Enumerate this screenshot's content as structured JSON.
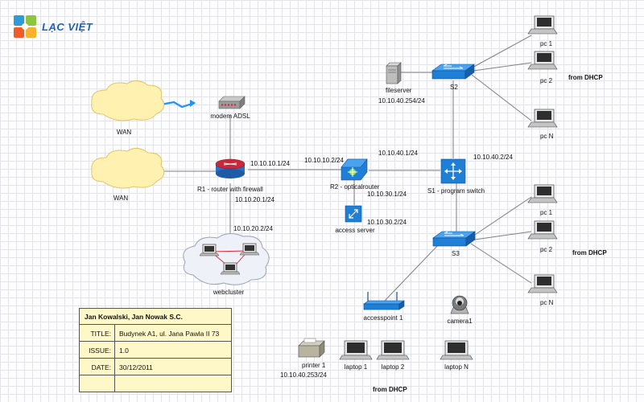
{
  "logo": {
    "text": "LẠC VIỆT"
  },
  "labels": {
    "wan_top": "WAN",
    "wan_bottom": "WAN",
    "modem": "modem ADSL",
    "r1": "R1 - router with firewall",
    "r1_ip_a": "10.10.10.1/24",
    "r1_ip_b": "10.10.20.1/24",
    "wc_ip": "10.10.20.2/24",
    "webcluster": "webcluster",
    "r2": "R2 - opticalrouter",
    "r2_ip_a": "10.10.10.2/24",
    "r2_ip_b": "10.10.30.1/24",
    "r2_ip_c": "10.10.40.1/24",
    "access_server": "access server",
    "as_ip": "10.10.30.2/24",
    "fileserver": "fileserver",
    "fs_ip": "10.10.40.254/24",
    "s1": "S1 - program switch",
    "s1_ip": "10.10.40.2/24",
    "s2": "S2",
    "s3": "S3",
    "pc1_top": "pc 1",
    "pc2_top": "pc 2",
    "pcN_top": "pc N",
    "dhcp_top": "from DHCP",
    "pc1_mid": "pc 1",
    "pc2_mid": "pc 2",
    "pcN_mid": "pc N",
    "dhcp_mid": "from DHCP",
    "accesspoint": "accesspoint 1",
    "camera": "camera1",
    "printer": "printer 1",
    "printer_ip": "10.10.40.253/24",
    "laptop1": "laptop 1",
    "laptop2": "laptop 2",
    "laptopN": "laptop N",
    "dhcp_bottom": "from DHCP"
  },
  "title_block": {
    "header": "Jan Kowalski, Jan Nowak S.C.",
    "rows": [
      {
        "key": "TITLE:",
        "value": "Budynek A1, ul. Jana Pawla II 73"
      },
      {
        "key": "ISSUE:",
        "value": "1.0"
      },
      {
        "key": "DATE:",
        "value": "30/12/2011"
      },
      {
        "key": "",
        "value": ""
      }
    ]
  },
  "colors": {
    "switch": "#1f7fd6",
    "router_red": "#c8283a",
    "router_blue": "#2a6fc0",
    "cloud_fill": "#fff2b0",
    "cloud_stroke": "#e0c46a",
    "webcluster_fill": "#eef1f7",
    "link": "#808080",
    "serial": "#1e90ff",
    "title_bg": "#fef8c8"
  }
}
